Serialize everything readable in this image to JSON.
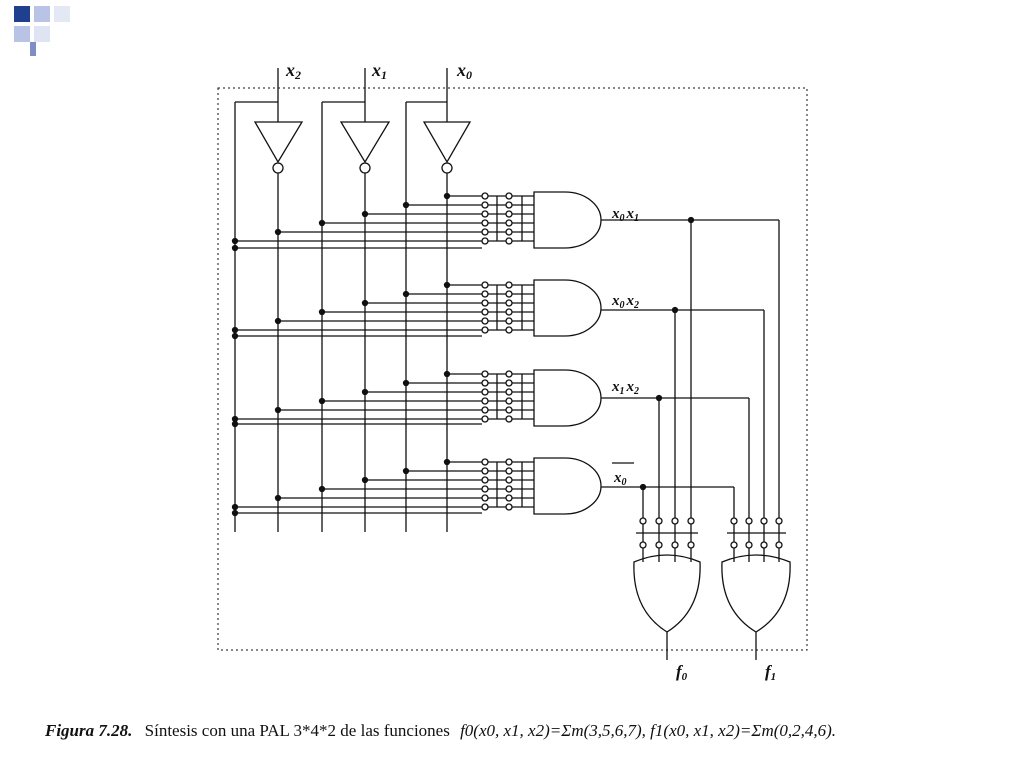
{
  "slide": {
    "logo_name": "slide-corner-squares-logo",
    "accent_color": "#1f3f8f"
  },
  "diagram": {
    "inputs": {
      "x2": "x",
      "x2_sub": "2",
      "x1": "x",
      "x1_sub": "1",
      "x0": "x",
      "x0_sub": "0"
    },
    "products": {
      "p1": {
        "a": "x",
        "a_sub": "0",
        "b": "x",
        "b_sub": "1"
      },
      "p2": {
        "a": "x",
        "a_sub": "0",
        "b": "x",
        "b_sub": "2"
      },
      "p3": {
        "a": "x",
        "a_sub": "1",
        "b": "x",
        "b_sub": "2"
      },
      "p4": {
        "a": "x",
        "a_sub": "0"
      }
    },
    "outputs": {
      "f0": "f",
      "f0_sub": "0",
      "f1": "f",
      "f1_sub": "1"
    }
  },
  "caption": {
    "figure_label": "Figura 7.28.",
    "text": "Síntesis con una PAL 3*4*2 de las funciones",
    "formula": "f0(x0, x1, x2)=Σm(3,5,6,7), f1(x0, x1, x2)=Σm(0,2,4,6)."
  }
}
